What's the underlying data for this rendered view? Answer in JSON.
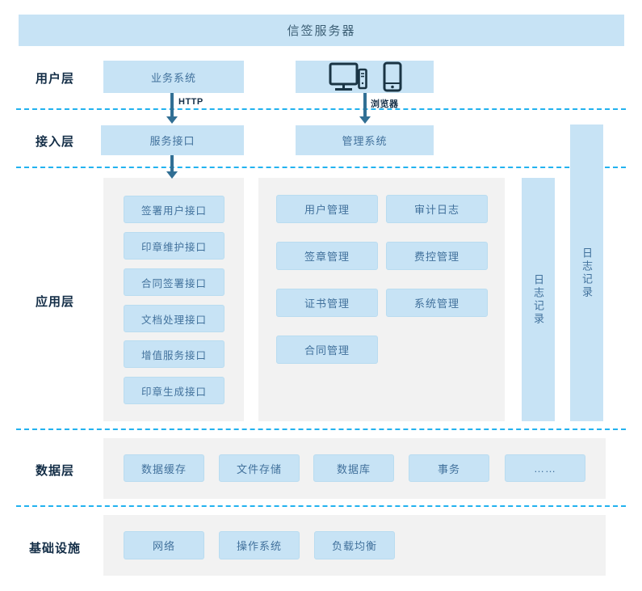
{
  "banner": {
    "title": "信签服务器"
  },
  "colors": {
    "box_fill": "#c7e3f5",
    "box_border": "#b9dcf0",
    "box_text": "#41719c",
    "banner_text": "#3c5f75",
    "label_text": "#142e47",
    "dashed_line": "#22b2ef",
    "arrow": "#316f94",
    "panel": "#f2f2f2",
    "icon": "#1a3444"
  },
  "layers": {
    "user": {
      "label": "用户层"
    },
    "access": {
      "label": "接入层"
    },
    "app": {
      "label": "应用层"
    },
    "data": {
      "label": "数据层"
    },
    "infra": {
      "label": "基础设施"
    }
  },
  "user_layer": {
    "business_system": "业务系统",
    "client_icons": [
      "desktop-icon",
      "mobile-icon"
    ],
    "http_label": "HTTP",
    "browser_label": "浏览器"
  },
  "access_layer": {
    "service_interface": "服务接口",
    "management_system": "管理系统"
  },
  "app_layer": {
    "interfaces": [
      "签署用户接口",
      "印章维护接口",
      "合同签署接口",
      "文档处理接口",
      "增值服务接口",
      "印章生成接口"
    ],
    "modules": [
      "用户管理",
      "审计日志",
      "签章管理",
      "费控管理",
      "证书管理",
      "系统管理",
      "合同管理"
    ],
    "log_bar_inner": "日志记录",
    "log_bar_outer": "日志记录"
  },
  "data_layer": {
    "items": [
      "数据缓存",
      "文件存储",
      "数据库",
      "事务",
      "……"
    ]
  },
  "infra_layer": {
    "items": [
      "网络",
      "操作系统",
      "负载均衡"
    ]
  }
}
